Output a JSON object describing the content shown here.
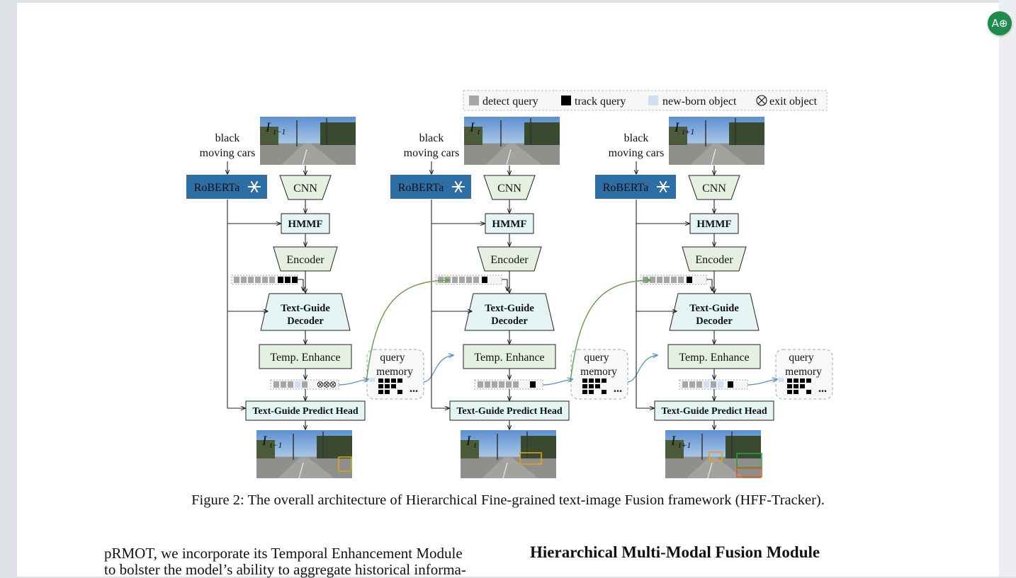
{
  "legend": {
    "detect": "detect query",
    "track": "track query",
    "newborn": "new-born object",
    "exit": "exit object",
    "exit_icon": "circled-times"
  },
  "colors": {
    "roberta": "#2e6ea6",
    "green_box": "#e6f0e0",
    "cyan_box": "#e3f4f3",
    "detect": "#a6a6a6",
    "track": "#000000",
    "newborn": "#cfe0f2",
    "curve_green": "#6a9e48",
    "curve_blue": "#5b8fc5",
    "accent_app": "#1e8a4c"
  },
  "frames": [
    {
      "img_sub": "t−1",
      "text_line1": "black",
      "text_line2": "moving cars",
      "roberta": "RoBERTa",
      "cnn": "CNN",
      "hmmf": "HMMF",
      "encoder": "Encoder",
      "decoder_l1": "Text-Guide",
      "decoder_l2": "Decoder",
      "temp": "Temp. Enhance",
      "head": "Text-Guide Predict Head",
      "memory_l1": "query",
      "memory_l2": "memory"
    },
    {
      "img_sub": "t",
      "text_line1": "black",
      "text_line2": "moving cars",
      "roberta": "RoBERTa",
      "cnn": "CNN",
      "hmmf": "HMMF",
      "encoder": "Encoder",
      "decoder_l1": "Text-Guide",
      "decoder_l2": "Decoder",
      "temp": "Temp. Enhance",
      "head": "Text-Guide Predict Head",
      "memory_l1": "query",
      "memory_l2": "memory"
    },
    {
      "img_sub": "t+1",
      "text_line1": "black",
      "text_line2": "moving cars",
      "roberta": "RoBERTa",
      "cnn": "CNN",
      "hmmf": "HMMF",
      "encoder": "Encoder",
      "decoder_l1": "Text-Guide",
      "decoder_l2": "Decoder",
      "temp": "Temp. Enhance",
      "head": "Text-Guide Predict Head",
      "memory_l1": "query",
      "memory_l2": "memory"
    }
  ],
  "img_var": "I",
  "ellipsis": "...",
  "caption": "Figure 2: The overall architecture of Hierarchical Fine-grained text-image Fusion framework (HFF-Tracker).",
  "body_left": [
    "pRMOT, we incorporate its Temporal Enhancement Module",
    "to bolster the model’s ability to aggregate historical informa-"
  ],
  "heading_right": "Hierarchical Multi-Modal Fusion Module",
  "app_button_icon": "translate-icon"
}
